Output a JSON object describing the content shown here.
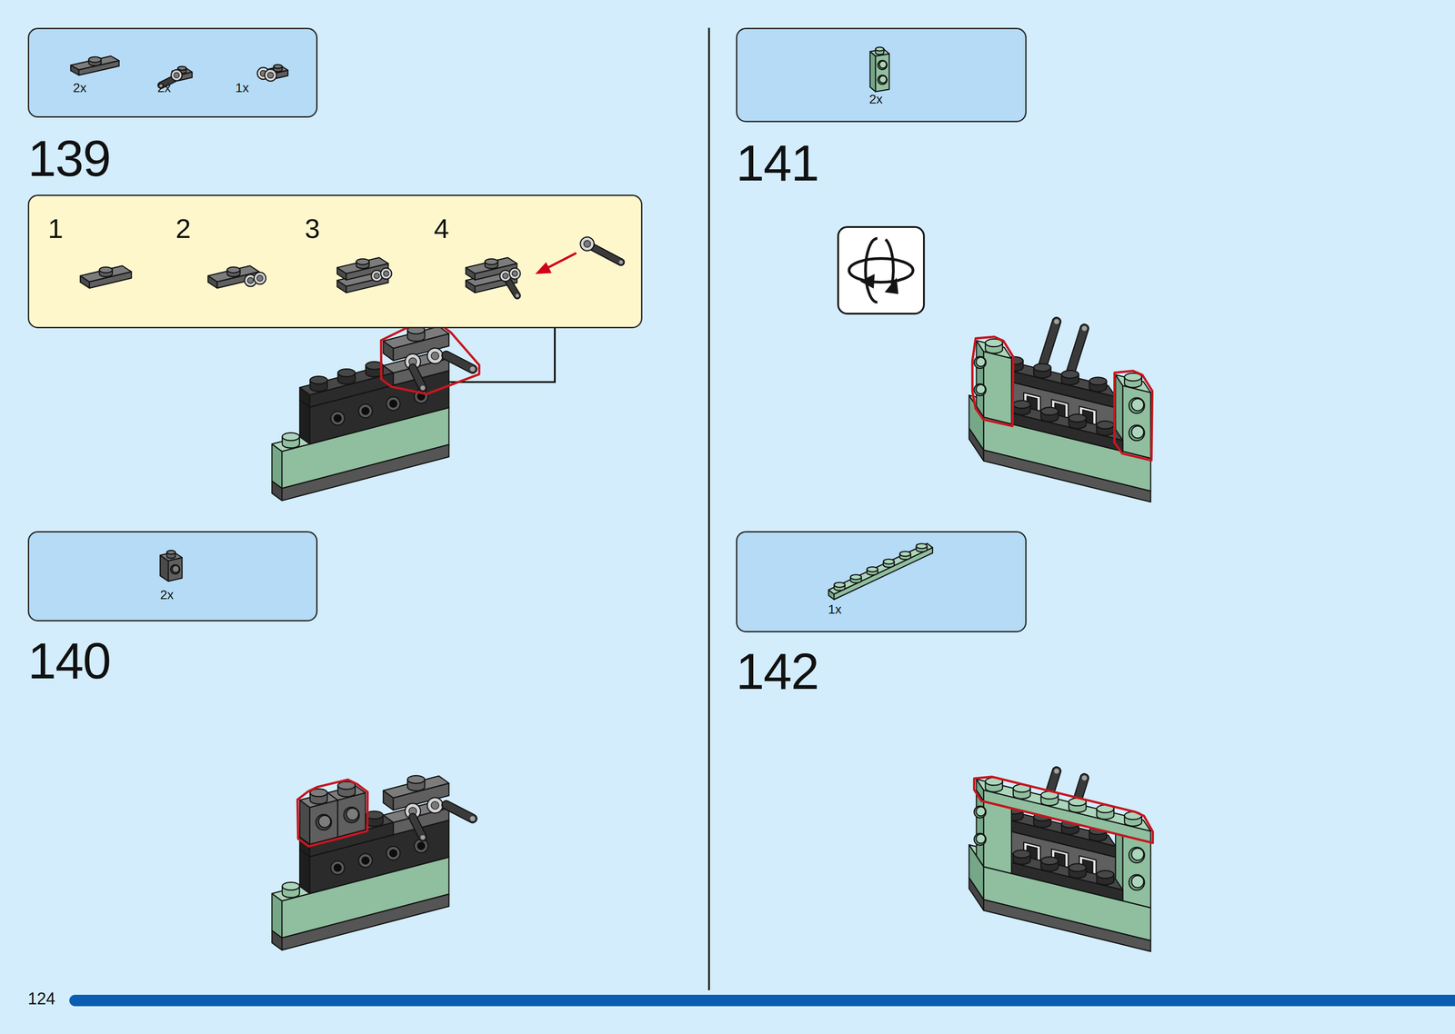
{
  "diagram": {
    "nodes": [
      {
        "text": [
          "2x",
          "2x",
          "1x"
        ]
      },
      {
        "text": [
          "1",
          "2",
          "3",
          "4"
        ]
      },
      {
        "text": [
          "2x"
        ]
      },
      {
        "text": [
          "2x"
        ]
      },
      {
        "text": [
          "1x"
        ]
      }
    ],
    "labels": [
      "139",
      "140",
      "141",
      "142",
      "124"
    ]
  }
}
